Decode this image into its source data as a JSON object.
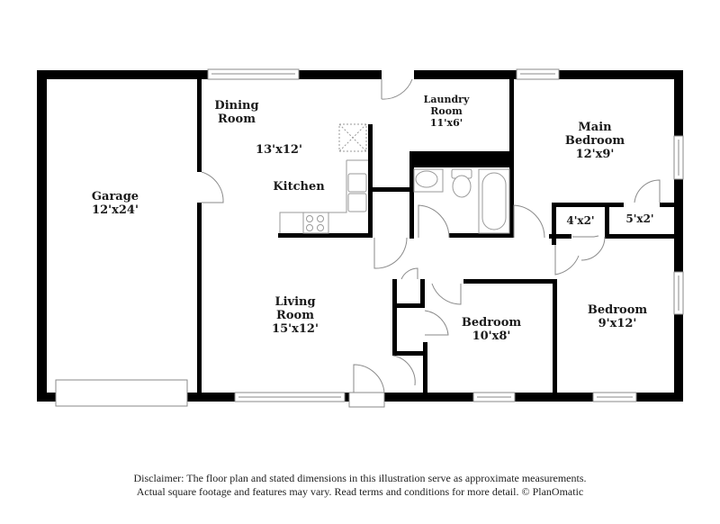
{
  "floor_plan": {
    "rooms": [
      {
        "id": "garage",
        "name": "Garage",
        "dims": "12'x24'"
      },
      {
        "id": "dining",
        "name_line1": "Dining",
        "name_line2": "Room",
        "dims": "13'x12'"
      },
      {
        "id": "kitchen",
        "name": "Kitchen"
      },
      {
        "id": "laundry",
        "name_line1": "Laundry",
        "name_line2": "Room",
        "dims": "11'x6'"
      },
      {
        "id": "main_bedroom",
        "name_line1": "Main",
        "name_line2": "Bedroom",
        "dims": "12'x9'"
      },
      {
        "id": "closet_a",
        "dims": "4'x2'"
      },
      {
        "id": "closet_b",
        "dims": "5'x2'"
      },
      {
        "id": "living",
        "name_line1": "Living",
        "name_line2": "Room",
        "dims": "15'x12'"
      },
      {
        "id": "bedroom_2",
        "name": "Bedroom",
        "dims": "10'x8'"
      },
      {
        "id": "bedroom_3",
        "name": "Bedroom",
        "dims": "9'x12'"
      }
    ]
  },
  "disclaimer": {
    "line1": "Disclaimer: The floor plan and stated dimensions in this illustration serve as approximate measurements.",
    "line2": "Actual square footage and features may vary. Read terms and conditions for more detail. © PlanOmatic"
  },
  "colors": {
    "wall": "#000000",
    "fixture": "#9a9a9a",
    "background": "#ffffff"
  }
}
